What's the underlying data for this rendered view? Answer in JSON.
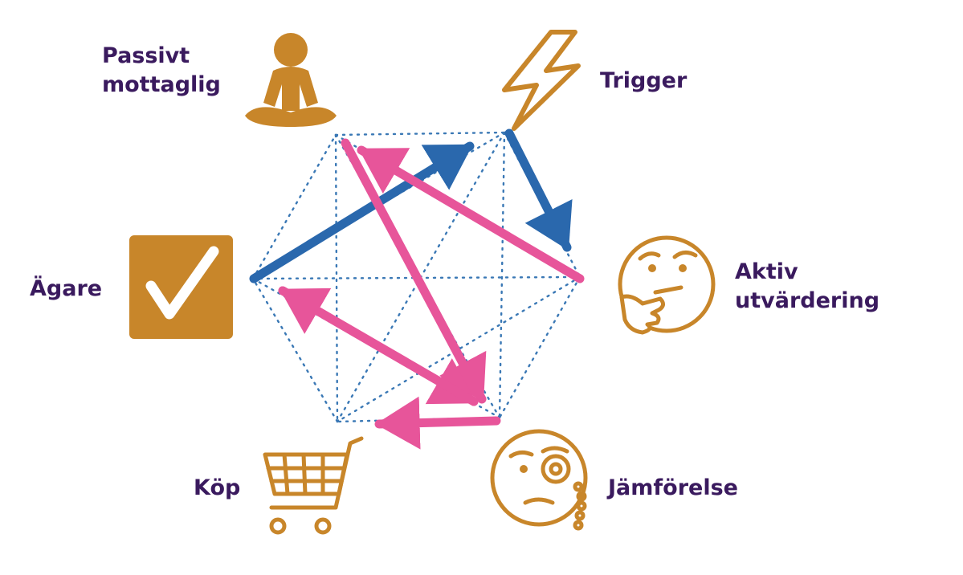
{
  "colors": {
    "label": "#3a1a5e",
    "icon": "#c8862a",
    "blue": "#2a68ad",
    "pink": "#e7559a",
    "dotted": "#3a78b5"
  },
  "stages": {
    "passive": {
      "line1": "Passivt",
      "line2": "mottaglig",
      "icon": "meditation-icon"
    },
    "trigger": {
      "label": "Trigger",
      "icon": "lightning-icon"
    },
    "active": {
      "line1": "Aktiv",
      "line2": "utvärdering",
      "icon": "thinking-face-icon"
    },
    "comparison": {
      "label": "Jämförelse",
      "icon": "monocle-face-icon"
    },
    "purchase": {
      "label": "Köp",
      "icon": "shopping-cart-icon"
    },
    "owner": {
      "label": "Ägare",
      "icon": "checkbox-icon"
    }
  }
}
